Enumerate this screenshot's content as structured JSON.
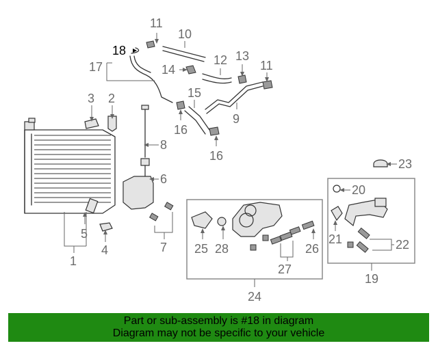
{
  "callouts": {
    "c1": "1",
    "c2": "2",
    "c3": "3",
    "c4": "4",
    "c5": "5",
    "c6": "6",
    "c7": "7",
    "c8": "8",
    "c9": "9",
    "c10": "10",
    "c11a": "11",
    "c11b": "11",
    "c12": "12",
    "c13": "13",
    "c14": "14",
    "c15": "15",
    "c16a": "16",
    "c16b": "16",
    "c17": "17",
    "c18": "18",
    "c19": "19",
    "c20": "20",
    "c21": "21",
    "c22": "22",
    "c23": "23",
    "c24": "24",
    "c25": "25",
    "c26": "26",
    "c27": "27",
    "c28": "28"
  },
  "highlight_color": "#000000",
  "banner": {
    "line1": "Part or sub-assembly is #18 in diagram",
    "line2": "Diagram may not be specific to your vehicle",
    "background": "#1f8a12"
  }
}
